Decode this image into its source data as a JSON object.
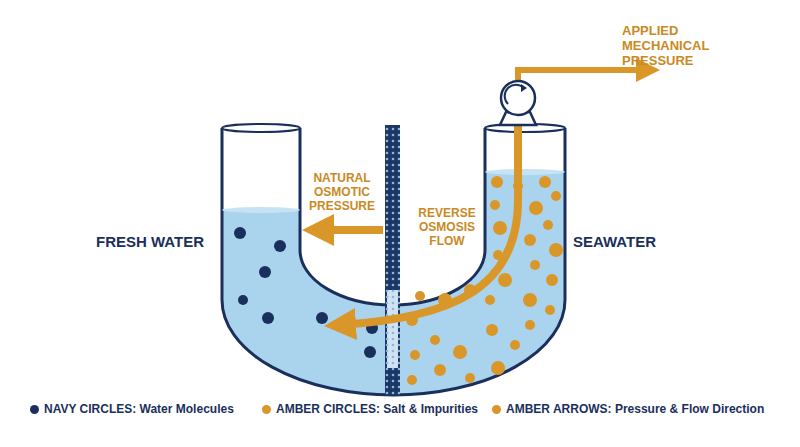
{
  "diagram": {
    "labels": [
      "APPLIED MECHANICAL PRESSURE",
      "NATURAL OSMOTIC PRESSURE",
      "REVERSE OSMOSIS FLOW",
      "FRESH WATER",
      "SEAWATER"
    ],
    "legend": [
      {
        "text": "NAVY CIRCLES: Water Molecules",
        "color": "#1b2f5c"
      },
      {
        "text": "AMBER CIRCLES: Salt & Impurities",
        "color": "#d9972a"
      },
      {
        "text": "AMBER ARROWS: Pressure & Flow Direction",
        "color": "#d9972a"
      }
    ]
  }
}
